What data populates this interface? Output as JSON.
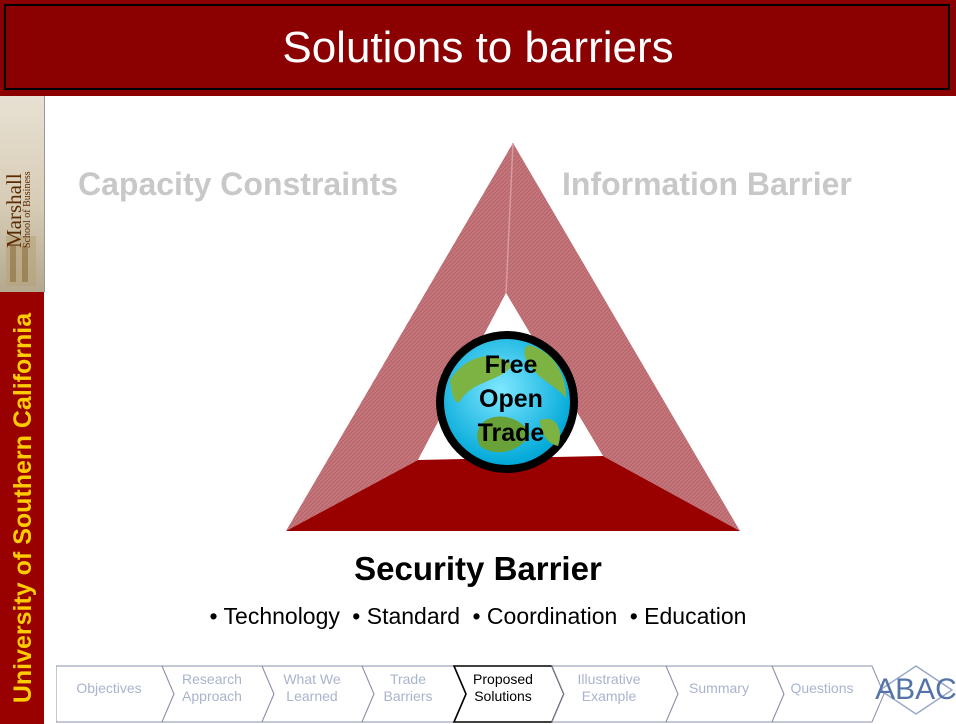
{
  "slide": {
    "title": "Solutions to barriers",
    "sidebar_text": "University of Southern California",
    "logo": {
      "name": "Marshall",
      "sub": "School of Business"
    }
  },
  "diagram": {
    "top_left_label": "Capacity Constraints",
    "top_right_label": "Information Barrier",
    "bottom_label": "Security Barrier",
    "center_lines": [
      "Free",
      "Open",
      "Trade"
    ],
    "solutions": [
      "• Technology",
      "• Standard",
      "• Coordination",
      "• Education"
    ],
    "colors": {
      "side_fill": "#c4767b",
      "base_fill": "#990000",
      "title_bar": "#8b0000",
      "sidebar_text": "#ffcc00",
      "faded_label": "#c8c8c8",
      "globe_water": "#00b4d8",
      "globe_land": "#7cb342"
    }
  },
  "nav": {
    "steps": [
      {
        "lines": [
          "Objectives"
        ],
        "active": false
      },
      {
        "lines": [
          "Research",
          "Approach"
        ],
        "active": false
      },
      {
        "lines": [
          "What We",
          "Learned"
        ],
        "active": false
      },
      {
        "lines": [
          "Trade",
          "Barriers"
        ],
        "active": false
      },
      {
        "lines": [
          "Proposed",
          "Solutions"
        ],
        "active": true
      },
      {
        "lines": [
          "Illustrative",
          "Example"
        ],
        "active": false
      },
      {
        "lines": [
          "Summary"
        ],
        "active": false
      },
      {
        "lines": [
          "Questions"
        ],
        "active": false
      }
    ],
    "brand": "ABAC"
  }
}
